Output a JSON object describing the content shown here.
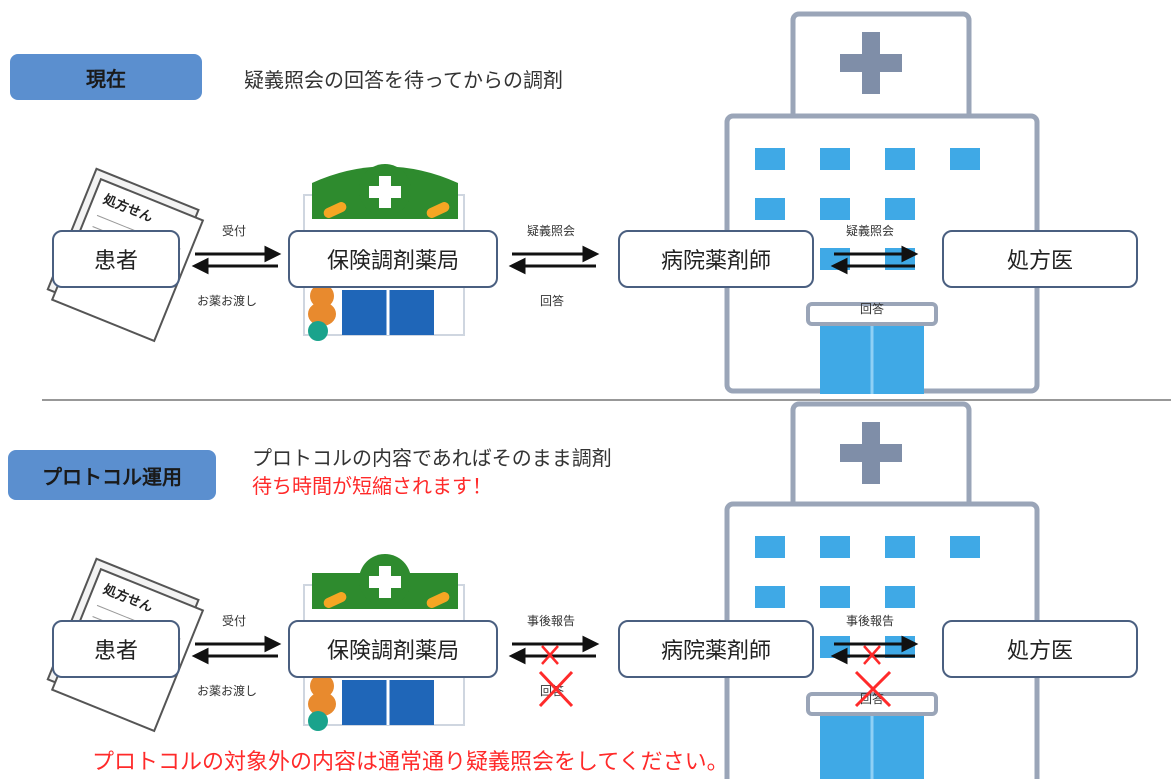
{
  "current": {
    "tag": "現在",
    "heading": "疑義照会の回答を待ってからの調剤",
    "nodes": {
      "patient": "患者",
      "pharmacy": "保険調剤薬局",
      "hospital_pharmacist": "病院薬剤師",
      "doctor": "処方医"
    },
    "labels": {
      "reception": "受付",
      "handover": "お薬お渡し",
      "inquiry1": "疑義照会",
      "answer1": "回答",
      "inquiry2": "疑義照会",
      "answer2": "回答"
    }
  },
  "protocol": {
    "tag": "プロトコル運用",
    "heading": "プロトコルの内容であればそのまま調剤",
    "highlight": "待ち時間が短縮されます！",
    "nodes": {
      "patient": "患者",
      "pharmacy": "保険調剤薬局",
      "hospital_pharmacist": "病院薬剤師",
      "doctor": "処方医"
    },
    "labels": {
      "reception": "受付",
      "handover": "お薬お渡し",
      "report1": "事後報告",
      "answer1": "回答",
      "report2": "事後報告",
      "answer2": "回答"
    },
    "footer": "プロトコルの対象外の内容は通常通り疑義照会をしてください。"
  },
  "illustrations": {
    "prescription_text": "処方せん"
  },
  "colors": {
    "tag": "#5b8fcf",
    "node_border": "#4a5f80",
    "red": "#ff2a2a",
    "hospital_blue": "#3fa9e6",
    "pharmacy_green": "#2e8b2e"
  }
}
